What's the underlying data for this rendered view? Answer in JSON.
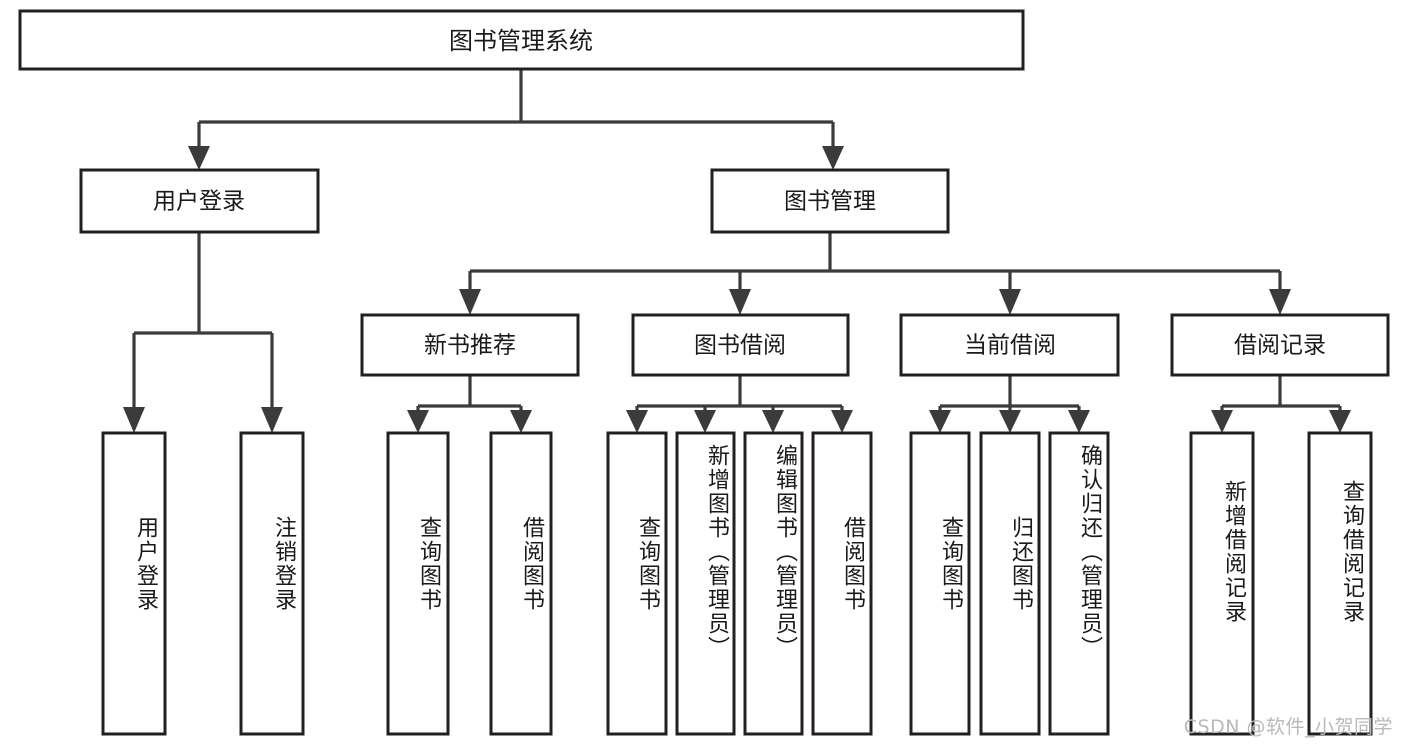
{
  "diagram": {
    "type": "tree",
    "orientation": "top-down",
    "title": "图书管理系统",
    "colors": {
      "box_stroke": "#231f20",
      "connector": "#3b3b3b",
      "text": "#1a1a1a",
      "background": "#ffffff",
      "watermark": "#b9b9b9"
    },
    "root": {
      "id": "root",
      "label": "图书管理系统"
    },
    "level2": [
      {
        "id": "user-login",
        "label": "用户登录"
      },
      {
        "id": "book-manage",
        "label": "图书管理"
      }
    ],
    "level3": [
      {
        "id": "new-book-recommend",
        "label": "新书推荐",
        "parent": "book-manage"
      },
      {
        "id": "book-borrow",
        "label": "图书借阅",
        "parent": "book-manage"
      },
      {
        "id": "current-borrow",
        "label": "当前借阅",
        "parent": "book-manage"
      },
      {
        "id": "borrow-record",
        "label": "借阅记录",
        "parent": "book-manage"
      }
    ],
    "leaves": [
      {
        "id": "leaf-user-login",
        "label": "用户登录",
        "parent": "user-login"
      },
      {
        "id": "leaf-user-logout",
        "label": "注销登录",
        "parent": "user-login"
      },
      {
        "id": "leaf-query-book-1",
        "label": "查询图书",
        "parent": "new-book-recommend"
      },
      {
        "id": "leaf-borrow-book-1",
        "label": "借阅图书",
        "parent": "new-book-recommend"
      },
      {
        "id": "leaf-query-book-2",
        "label": "查询图书",
        "parent": "book-borrow"
      },
      {
        "id": "leaf-add-book",
        "label": "新增图书（管理员）",
        "parent": "book-borrow"
      },
      {
        "id": "leaf-edit-book",
        "label": "编辑图书（管理员）",
        "parent": "book-borrow"
      },
      {
        "id": "leaf-borrow-book-2",
        "label": "借阅图书",
        "parent": "book-borrow"
      },
      {
        "id": "leaf-query-book-3",
        "label": "查询图书",
        "parent": "current-borrow"
      },
      {
        "id": "leaf-return-book",
        "label": "归还图书",
        "parent": "current-borrow"
      },
      {
        "id": "leaf-confirm-return",
        "label": "确认归还（管理员）",
        "parent": "current-borrow"
      },
      {
        "id": "leaf-add-record",
        "label": "新增借阅记录",
        "parent": "borrow-record"
      },
      {
        "id": "leaf-query-record",
        "label": "查询借阅记录",
        "parent": "borrow-record"
      }
    ]
  },
  "watermark": {
    "text": "CSDN @软件_小贺同学"
  }
}
